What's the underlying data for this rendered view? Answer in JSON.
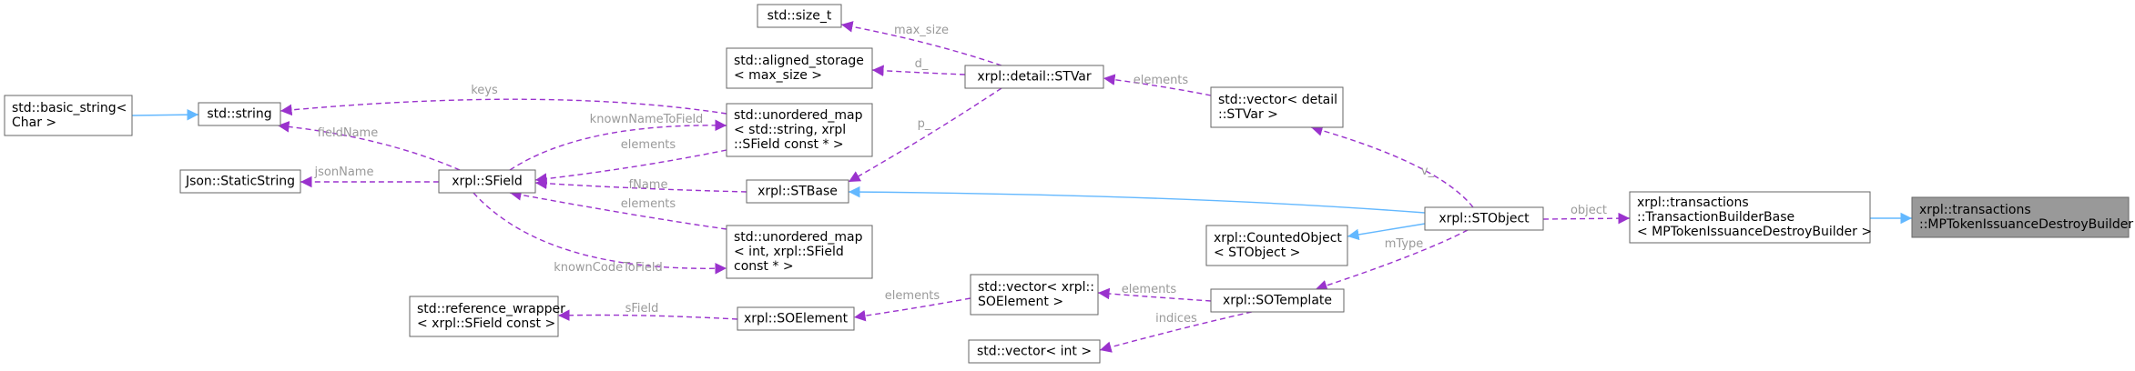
{
  "diagram": {
    "type": "doxygen-collaboration-graph",
    "colors": {
      "inheritance": "#63b8ff",
      "usage": "#9a32cd",
      "label": "#9a9a9a",
      "focus_fill": "#999999",
      "node_border": "#666666"
    },
    "nodes": [
      {
        "id": "builder",
        "lines": [
          "xrpl::transactions",
          "::MPTokenIssuanceDestroyBuilder"
        ],
        "focus": true
      },
      {
        "id": "base",
        "lines": [
          "xrpl::transactions",
          "::TransactionBuilderBase",
          "< MPTokenIssuanceDestroyBuilder >"
        ]
      },
      {
        "id": "stobject",
        "lines": [
          "xrpl::STObject"
        ]
      },
      {
        "id": "vecstvar",
        "lines": [
          "std::vector< detail",
          "::STVar >"
        ]
      },
      {
        "id": "counted",
        "lines": [
          "xrpl::CountedObject",
          "< STObject >"
        ]
      },
      {
        "id": "sotemplate",
        "lines": [
          "xrpl::SOTemplate"
        ]
      },
      {
        "id": "stvar",
        "lines": [
          "xrpl::detail::STVar"
        ]
      },
      {
        "id": "sizet",
        "lines": [
          "std::size_t"
        ]
      },
      {
        "id": "aligned",
        "lines": [
          "std::aligned_storage",
          "< max_size >"
        ]
      },
      {
        "id": "stbase",
        "lines": [
          "xrpl::STBase"
        ]
      },
      {
        "id": "map1",
        "lines": [
          "std::unordered_map",
          "< std::string, xrpl",
          "::SField const * >"
        ]
      },
      {
        "id": "map2",
        "lines": [
          "std::unordered_map",
          "< int, xrpl::SField",
          "const * >"
        ]
      },
      {
        "id": "sfield",
        "lines": [
          "xrpl::SField"
        ]
      },
      {
        "id": "stdstring",
        "lines": [
          "std::string"
        ]
      },
      {
        "id": "basicstring",
        "lines": [
          "std::basic_string<",
          "Char >"
        ]
      },
      {
        "id": "json",
        "lines": [
          "Json::StaticString"
        ]
      },
      {
        "id": "refwrap",
        "lines": [
          "std::reference_wrapper",
          "< xrpl::SField const >"
        ]
      },
      {
        "id": "soelement",
        "lines": [
          "xrpl::SOElement"
        ]
      },
      {
        "id": "vecsoel",
        "lines": [
          "std::vector< xrpl::",
          "SOElement >"
        ]
      },
      {
        "id": "vecint",
        "lines": [
          "std::vector< int >"
        ]
      }
    ],
    "edges": [
      {
        "from": "base",
        "to": "builder",
        "kind": "inherit",
        "label": ""
      },
      {
        "from": "stobject",
        "to": "base",
        "kind": "use",
        "label": "object"
      },
      {
        "from": "stbase",
        "to": "stobject",
        "kind": "inherit",
        "label": ""
      },
      {
        "from": "counted",
        "to": "stobject",
        "kind": "inherit",
        "label": ""
      },
      {
        "from": "vecstvar",
        "to": "stobject",
        "kind": "use",
        "label": "v_"
      },
      {
        "from": "sotemplate",
        "to": "stobject",
        "kind": "use",
        "label": "mType"
      },
      {
        "from": "stvar",
        "to": "vecstvar",
        "kind": "use",
        "label": "elements"
      },
      {
        "from": "sizet",
        "to": "stvar",
        "kind": "use",
        "label": "max_size"
      },
      {
        "from": "aligned",
        "to": "stvar",
        "kind": "use",
        "label": "d_"
      },
      {
        "from": "stbase",
        "to": "stvar",
        "kind": "use",
        "label": "p_"
      },
      {
        "from": "stdstring",
        "to": "map1",
        "kind": "use",
        "label": "keys"
      },
      {
        "from": "sfield",
        "to": "map1",
        "kind": "use",
        "label": "knownNameToField"
      },
      {
        "from": "map1",
        "to": "sfield",
        "kind": "use",
        "label": "elements"
      },
      {
        "from": "sfield",
        "to": "stbase",
        "kind": "use",
        "label": "fName"
      },
      {
        "from": "map2",
        "to": "sfield",
        "kind": "use",
        "label": "elements"
      },
      {
        "from": "sfield",
        "to": "map2",
        "kind": "use",
        "label": "knownCodeToField"
      },
      {
        "from": "basicstring",
        "to": "stdstring",
        "kind": "inherit",
        "label": ""
      },
      {
        "from": "stdstring",
        "to": "sfield",
        "kind": "use",
        "label": "fieldName"
      },
      {
        "from": "json",
        "to": "sfield",
        "kind": "use",
        "label": "jsonName"
      },
      {
        "from": "refwrap",
        "to": "soelement",
        "kind": "use",
        "label": "sField"
      },
      {
        "from": "soelement",
        "to": "vecsoel",
        "kind": "use",
        "label": "elements"
      },
      {
        "from": "vecsoel",
        "to": "sotemplate",
        "kind": "use",
        "label": "elements"
      },
      {
        "from": "vecint",
        "to": "sotemplate",
        "kind": "use",
        "label": "indices"
      }
    ]
  }
}
